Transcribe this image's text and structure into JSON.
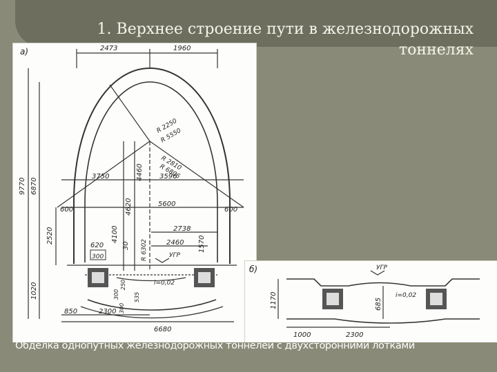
{
  "slide": {
    "title_line1": "1. Верхнее строение пути в железнодорожных",
    "title_line2": "тоннелях",
    "caption": "Обделка однопутных железнодорожных тоннелей с двухсторонними лотками"
  },
  "drawing_a": {
    "label": "а)",
    "dims": {
      "top_left": "2473",
      "top_right": "1960",
      "h_total": "9770",
      "h_inner": "6870",
      "h_lower": "2520",
      "h_base": "1020",
      "r1": "R 2250",
      "r2": "R 5550",
      "r3": "R 2810",
      "r4": "R 6806",
      "w_left": "3750",
      "w_right": "3596",
      "h_4460": "4460",
      "h_4620": "4620",
      "h_4100": "4100",
      "h_30": "30",
      "side_left": "600",
      "side_right": "600",
      "w_5600": "5600",
      "d_2738": "2738",
      "d_2460": "2460",
      "d_1570": "1570",
      "r_6302": "R 6302",
      "d_620": "620",
      "d_300": "300",
      "ugr": "УГР",
      "slope": "i=0,02",
      "d_300b": "300",
      "d_250": "250",
      "d_535": "535",
      "d_300c": "300",
      "b_850": "850",
      "b_2300": "2300",
      "b_6680": "6680"
    }
  },
  "drawing_b": {
    "label": "б)",
    "dims": {
      "ugr": "УГР",
      "slope": "i=0,02",
      "h_1170": "1170",
      "h_685": "685",
      "b_1000": "1000",
      "b_2300": "2300"
    }
  }
}
